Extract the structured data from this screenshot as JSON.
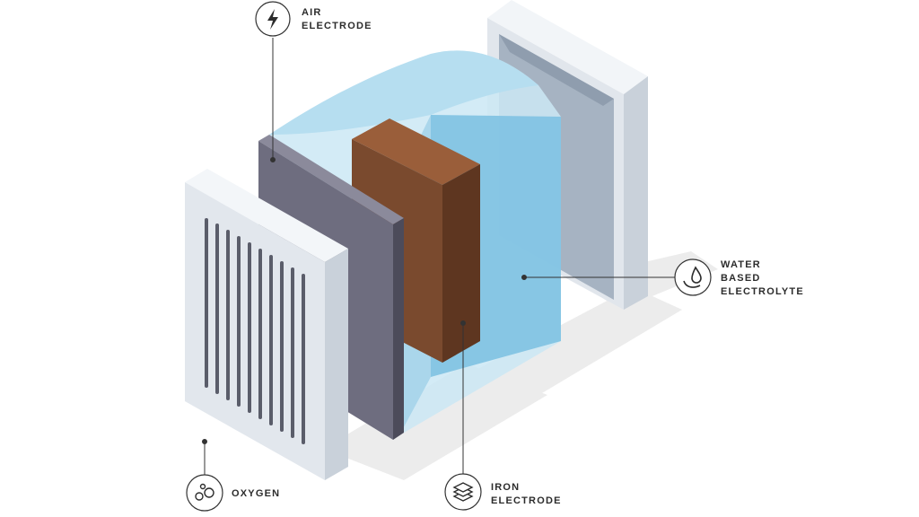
{
  "labels": {
    "air_electrode": [
      "AIR",
      "ELECTRODE"
    ],
    "water_electrolyte": [
      "WATER",
      "BASED",
      "ELECTROLYTE"
    ],
    "oxygen": [
      "OXYGEN"
    ],
    "iron_electrode": [
      "IRON",
      "ELECTRODE"
    ]
  },
  "icons": {
    "air_electrode": "lightning-bolt-icon",
    "water_electrolyte": "water-drop-hand-icon",
    "oxygen": "bubbles-icon",
    "iron_electrode": "stacked-layers-icon"
  },
  "colors": {
    "air_electrode": "#6e6d7f",
    "iron_electrode": "#7a4a2e",
    "electrolyte": "#a9d8ec",
    "frame": "#dfe4ea",
    "shadow": "#ececec"
  }
}
